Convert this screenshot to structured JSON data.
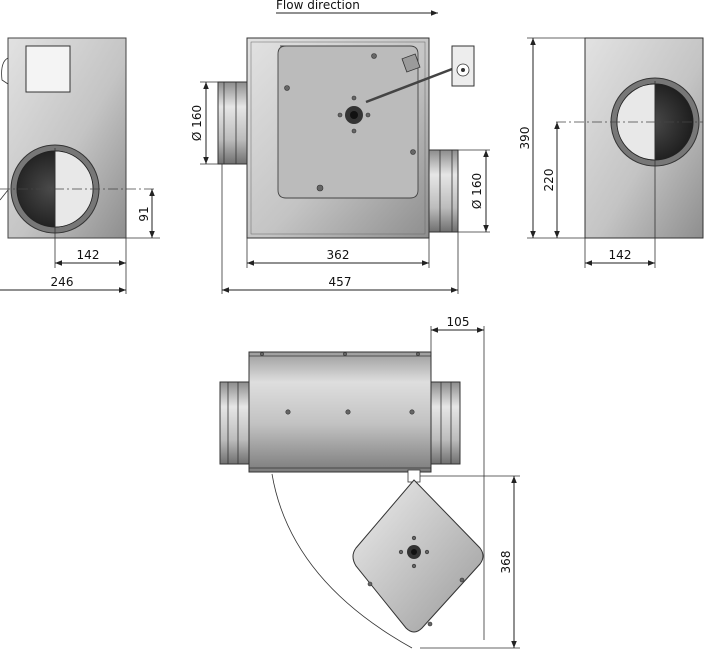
{
  "header": {
    "flow_label": "Flow direction"
  },
  "dimensions": {
    "left_width": "246",
    "left_offset": "142",
    "left_height": "91",
    "front_inlet_dia": "Ø 160",
    "front_outlet_dia": "Ø 160",
    "front_inner_width": "362",
    "front_total_width": "457",
    "side_height": "390",
    "side_center_height": "220",
    "side_offset": "142",
    "bottom_hinge_offset": "105",
    "bottom_door_height": "368"
  },
  "colors": {
    "body_light": "#d8d8d8",
    "body_dark": "#8a8a8a",
    "line": "#222222"
  }
}
